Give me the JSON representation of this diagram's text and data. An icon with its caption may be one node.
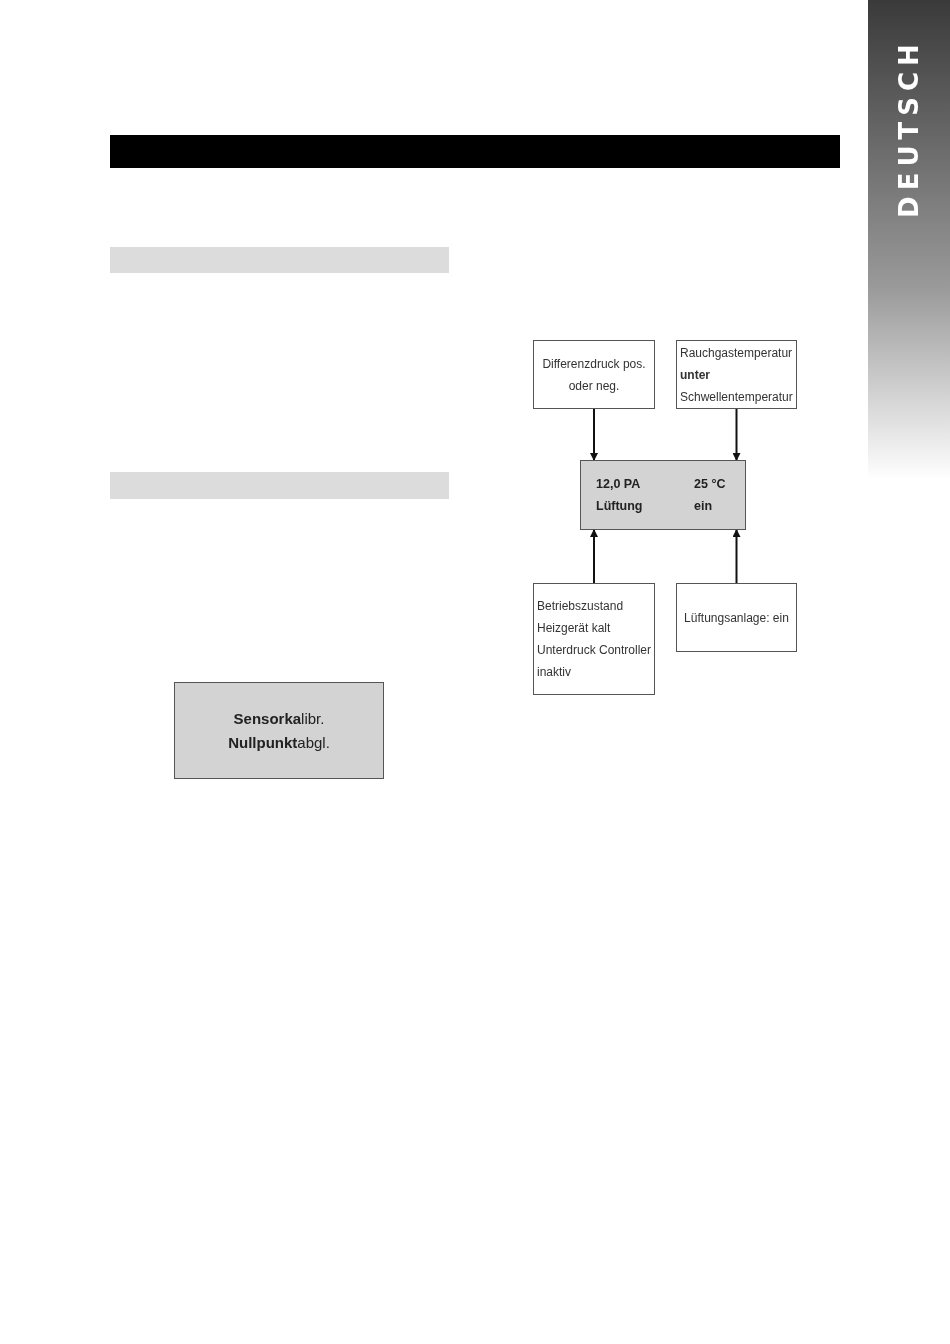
{
  "diagram": {
    "nodes": [
      {
        "text": [
          "Differenzdruck pos. oder neg."
        ]
      },
      {
        "text": [
          "Rauchgastemperatur **unter** Schwellentemperatur"
        ]
      },
      {
        "text": [
          "12,0 PA",
          "25 °C",
          "Lüftung",
          "ein"
        ]
      },
      {
        "text": [
          "Betriebszustand Heizgerät kalt Unterdruck Controller inaktiv"
        ]
      },
      {
        "text": [
          "Lüftungsanlage: ein"
        ]
      },
      {
        "text": [
          "**Sensorka**libr.",
          "**Nullpunkt**abgl."
        ]
      },
      {
        "text": [
          "DEUTSCH"
        ]
      },
      {
        "text": [],
        "shape": "bar"
      },
      {
        "text": [],
        "shape": "bar"
      },
      {
        "text": [],
        "shape": "bar"
      }
    ],
    "edges": [
      {
        "from": 0,
        "to": 2,
        "arrow": "to"
      },
      {
        "from": 1,
        "to": 2,
        "arrow": "to"
      },
      {
        "from": 3,
        "to": 2,
        "arrow": "to"
      },
      {
        "from": 4,
        "to": 2,
        "arrow": "to"
      }
    ]
  }
}
